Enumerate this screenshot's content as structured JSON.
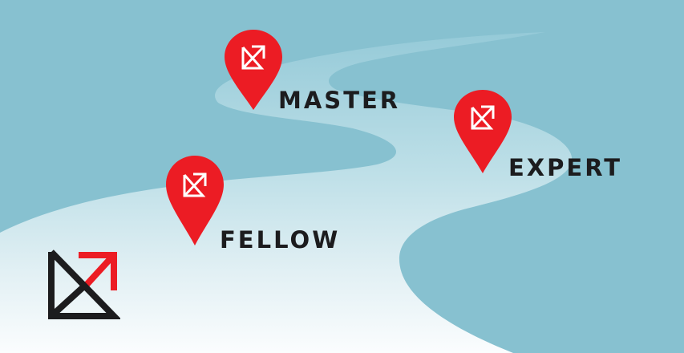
{
  "scene": {
    "background_color": "#87c1d0",
    "road_colors": {
      "far": "#9ccfdc",
      "near": "#f8fbfc"
    },
    "pin_color": "#ec1c24",
    "logo_colors": {
      "dark": "#1c1c1e",
      "accent": "#ec1c24"
    }
  },
  "milestones": [
    {
      "label": "MASTER",
      "icon": "map-pin-icon"
    },
    {
      "label": "EXPERT",
      "icon": "map-pin-icon"
    },
    {
      "label": "FELLOW",
      "icon": "map-pin-icon"
    }
  ],
  "logo": {
    "icon": "brand-logo-icon"
  }
}
